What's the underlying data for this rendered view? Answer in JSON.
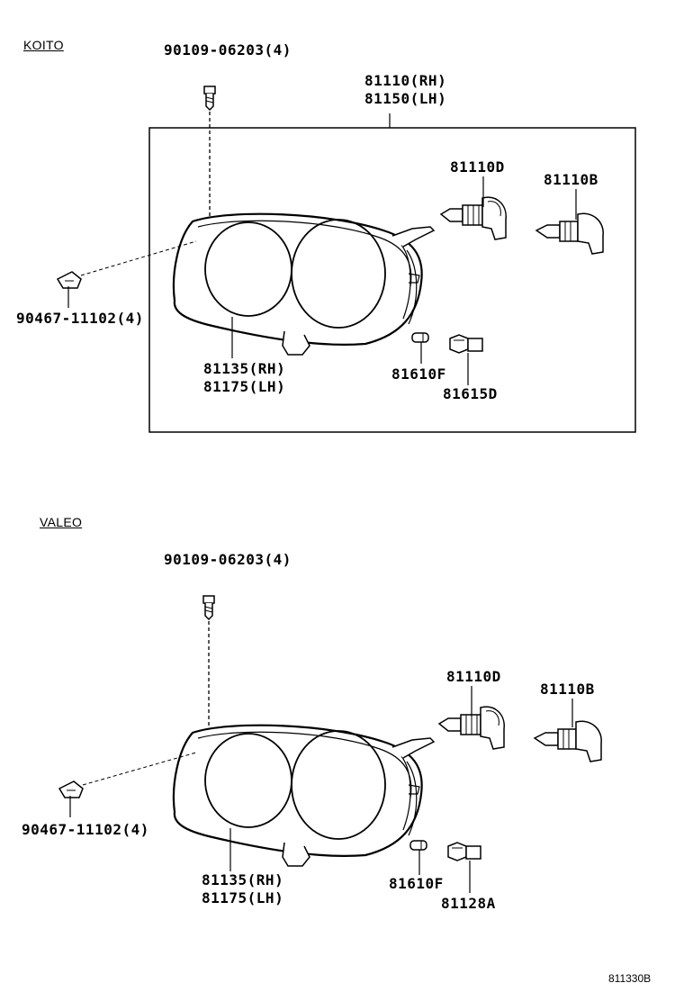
{
  "sections": [
    {
      "title": "KOITO",
      "bolt": "90109-06203(4)",
      "assembly_rh": "81110(RH)",
      "assembly_lh": "81150(LH)",
      "clip": "90467-11102(4)",
      "housing_rh": "81135(RH)",
      "housing_lh": "81175(LH)",
      "bulb_d": "81110D",
      "bulb_b": "81110B",
      "bulb_small": "81610F",
      "socket": "81615D"
    },
    {
      "title": "VALEO",
      "bolt": "90109-06203(4)",
      "clip": "90467-11102(4)",
      "housing_rh": "81135(RH)",
      "housing_lh": "81175(LH)",
      "bulb_d": "81110D",
      "bulb_b": "81110B",
      "bulb_small": "81610F",
      "socket": "81128A"
    }
  ],
  "diagram_code": "811330B"
}
